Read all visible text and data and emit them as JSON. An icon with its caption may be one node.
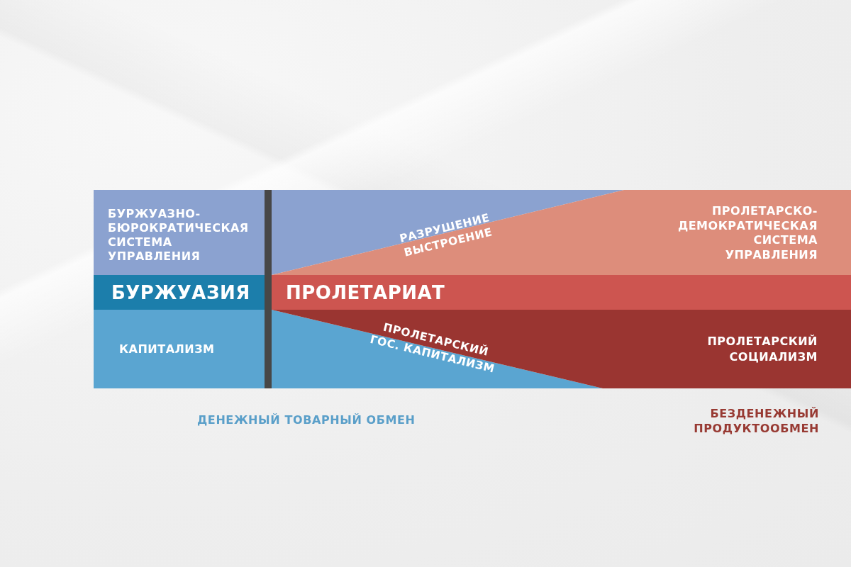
{
  "diagram": {
    "nodes": [
      {
        "text": [
          "БУРЖУАЗНО-БЮРОКРАТИЧЕСКАЯ СИСТЕМА УПРАВЛЕНИЯ"
        ]
      },
      {
        "text": [
          "БУРЖУАЗИЯ"
        ]
      },
      {
        "text": [
          "КАПИТАЛИЗМ"
        ]
      },
      {
        "text": [
          "ПРОЛЕТАРИАТ"
        ]
      },
      {
        "text": [
          "ПРОЛЕТАРСКО-ДЕМОКРАТИЧЕСКАЯ СИСТЕМА УПРАВЛЕНИЯ"
        ]
      },
      {
        "text": [
          "ПРОЛЕТАРСКИЙ СОЦИАЛИЗМ"
        ]
      }
    ],
    "labels": [
      "РАЗРУШЕНИЕ",
      "ВЫСТРОЕНИЕ",
      "ПРОЛЕТАРСКИЙ ГОС. КАПИТАЛИЗМ",
      "ДЕНЕЖНЫЙ ТОВАРНЫЙ ОБМЕН",
      "БЕЗДЕНЕЖНЫЙ ПРОДУКТООБМЕН"
    ]
  }
}
